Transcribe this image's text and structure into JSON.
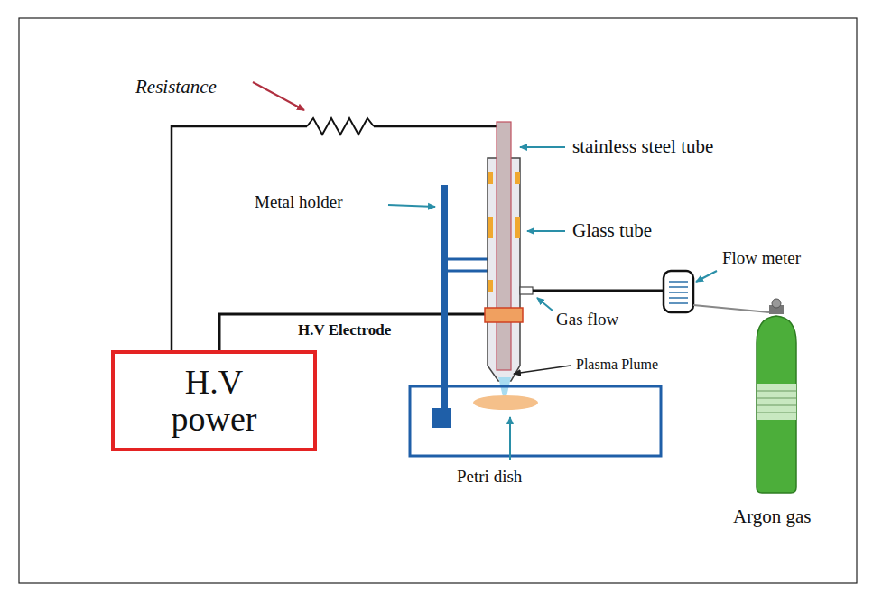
{
  "diagram": {
    "nodes": [
      {
        "text": [
          "H.V power"
        ]
      }
    ],
    "labels": [
      "Resistance",
      "stainless steel tube",
      "Metal holder",
      "Glass tube",
      "Flow meter",
      "Gas flow",
      "H.V Electrode",
      "Plasma Plume",
      "Petri dish",
      "Argon gas"
    ]
  }
}
